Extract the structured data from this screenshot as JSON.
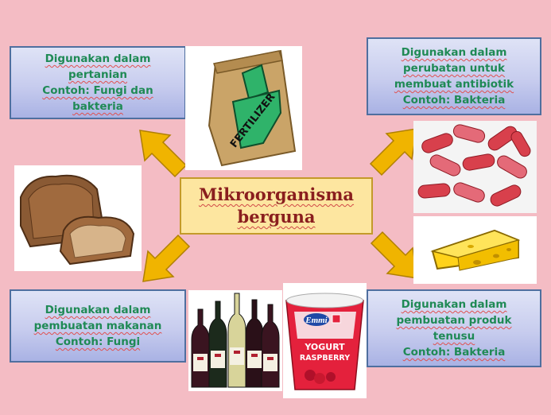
{
  "center": {
    "line1": "Mikroorganisma",
    "line2": "berguna"
  },
  "boxes": {
    "top_left": [
      "Digunakan dalam",
      "pertanian",
      "Contoh: Fungi dan",
      "bakteria"
    ],
    "top_right": [
      "Digunakan dalam",
      "perubatan untuk",
      "membuat antibiotik",
      "Contoh: Bakteria"
    ],
    "bottom_left": [
      "Digunakan dalam",
      "pembuatan makanan",
      "Contoh: Fungi"
    ],
    "bottom_right": [
      "Digunakan dalam",
      "pembuatan produk",
      "tenusu",
      "Contoh: Bakteria"
    ]
  },
  "images": {
    "fertilizer": {
      "label": "FERTILIZER"
    },
    "yogurt": {
      "brand": "Emmi",
      "line1": "YOGURT",
      "line2": "RASPBERRY"
    }
  },
  "colors": {
    "background": "#f4bcc4",
    "box_text": "#1f8a55",
    "center_text": "#8a1e1e",
    "arrow": "#f0b400"
  }
}
